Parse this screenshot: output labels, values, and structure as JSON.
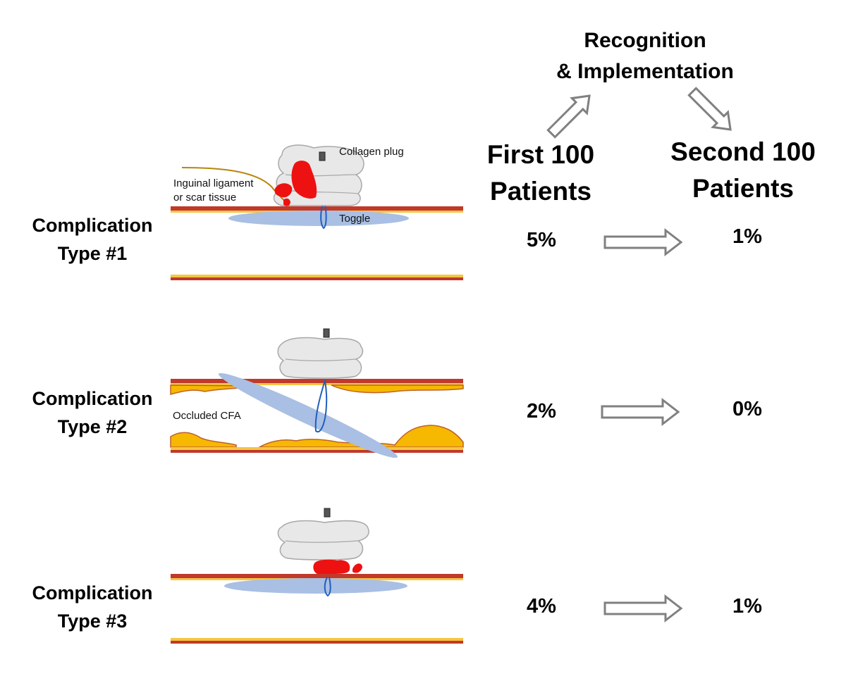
{
  "header": {
    "recognition_line1": "Recognition",
    "recognition_line2": "& Implementation",
    "first_line1": "First 100",
    "first_line2": "Patients",
    "second_line1": "Second 100",
    "second_line2": "Patients"
  },
  "rows": [
    {
      "label_line1": "Complication",
      "label_line2": "Type #1",
      "first_pct": "5%",
      "second_pct": "1%"
    },
    {
      "label_line1": "Complication",
      "label_line2": "Type #2",
      "first_pct": "2%",
      "second_pct": "0%"
    },
    {
      "label_line1": "Complication",
      "label_line2": "Type #3",
      "first_pct": "4%",
      "second_pct": "1%"
    }
  ],
  "annotations": {
    "collagen_plug": "Collagen plug",
    "ligament_line1": "Inguinal ligament",
    "ligament_line2": "or scar tissue",
    "toggle": "Toggle",
    "occluded": "Occluded CFA"
  },
  "colors": {
    "vessel_wall": "#c0392b",
    "vessel_inner": "#f5c542",
    "plaque": "#f6b800",
    "plaque_edge": "#c0602a",
    "toggle_fill": "#a9bfe3",
    "suture": "#1f5fbf",
    "hematoma": "#ee1111",
    "plug_fill": "#e8e8e8",
    "plug_edge": "#a8a8a8",
    "arrow_edge": "#808080",
    "ligament_line": "#b8860b"
  }
}
